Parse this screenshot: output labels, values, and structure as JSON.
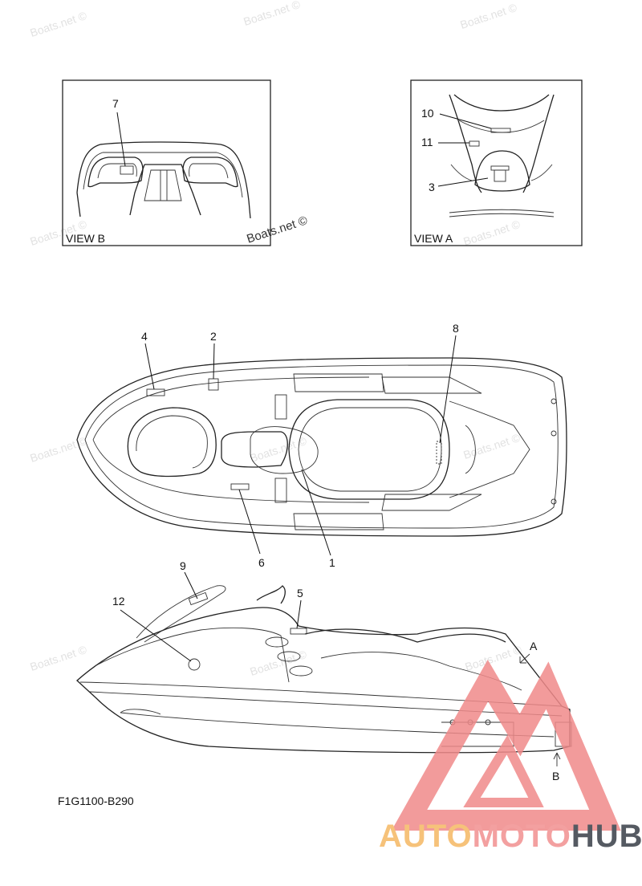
{
  "watermarks": [
    "Boats.net ©",
    "Boats.net ©",
    "Boats.net ©",
    "Boats.net ©",
    "Boats.net ©",
    "Boats.net ©",
    "Boats.net ©",
    "Boats.net ©",
    "Boats.net ©",
    "Boats.net ©",
    "Boats.net ©",
    "Boats.net ©"
  ],
  "view_b": {
    "label": "VIEW B",
    "callouts": [
      "7"
    ]
  },
  "view_a": {
    "label": "VIEW A",
    "callouts": [
      "10",
      "11",
      "3"
    ]
  },
  "top_view": {
    "callouts": [
      "4",
      "2",
      "8",
      "6",
      "1"
    ]
  },
  "side_view": {
    "callouts": [
      "9",
      "12",
      "5"
    ],
    "arrow_labels": [
      "A",
      "B"
    ]
  },
  "diagram_code": "F1G1100-B290",
  "brand": {
    "part1": "AUTO",
    "part2": "MOTO",
    "part3": "HUB",
    "colors": {
      "part1": "#f6c27a",
      "part2": "#f3a0a0",
      "part3": "#555a62",
      "logo": "#f08a8a"
    }
  }
}
